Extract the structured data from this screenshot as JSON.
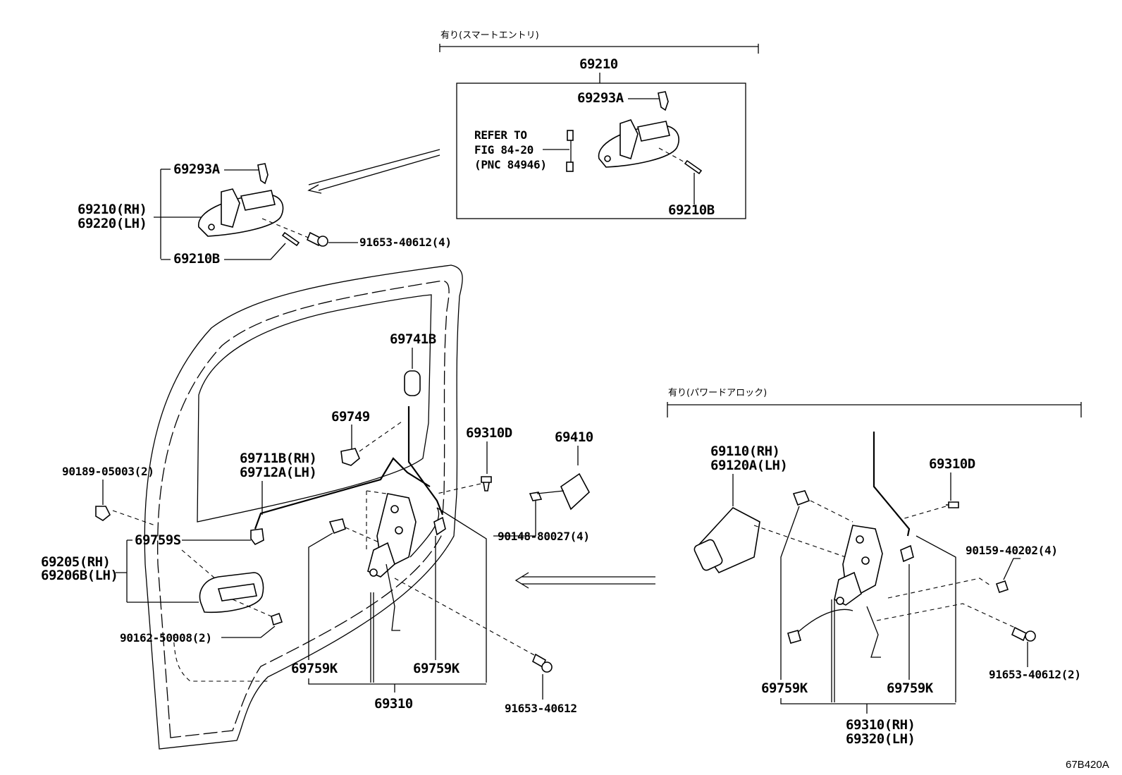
{
  "variant_top": {
    "condition": "有り(スマートエントリ)",
    "box_part": "69210",
    "parts": {
      "p69293a": "69293A",
      "p69210b": "69210B",
      "refer1": "REFER TO",
      "refer2": "FIG 84-20",
      "refer3": "(PNC 84946)"
    }
  },
  "handle_group": {
    "p69293a": "69293A",
    "p69210rh": "69210(RH)",
    "p69220lh": "69220(LH)",
    "p69210b": "69210B",
    "bolt": "91653-40612(4)"
  },
  "door_group": {
    "p69741b": "69741B",
    "p69749": "69749",
    "p69711b": "69711B(RH)",
    "p69712a": "69712A(LH)",
    "p69310d": "69310D",
    "p69410": "69410",
    "screw_90148": "90148-80027(4)",
    "clip_90189": "90189-05003(2)",
    "p69759s": "69759S",
    "p69205": "69205(RH)",
    "p69206b": "69206B(LH)",
    "screw_90162": "90162-50008(2)",
    "p69759k_left": "69759K",
    "p69759k_right": "69759K",
    "p69310": "69310",
    "bolt_91653": "91653-40612"
  },
  "variant_right": {
    "condition": "有り(パワードアロック)",
    "p69110": "69110(RH)",
    "p69120a": "69120A(LH)",
    "p69310d": "69310D",
    "screw_90159": "90159-40202(4)",
    "bolt_91653": "91653-40612(2)",
    "p69759k_left": "69759K",
    "p69759k_right": "69759K",
    "p69310rh": "69310(RH)",
    "p69320lh": "69320(LH)"
  },
  "figure_code": "67B420A"
}
